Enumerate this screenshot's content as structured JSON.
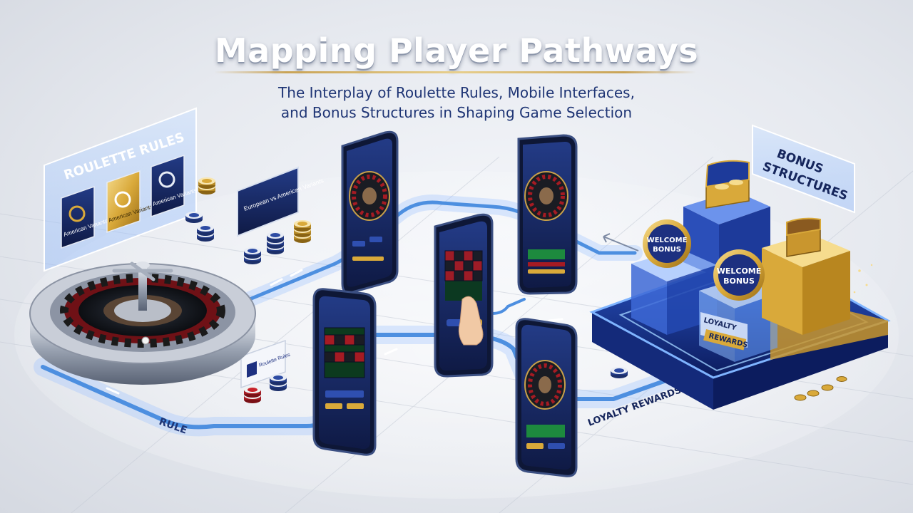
{
  "header": {
    "title": "Mapping Player Pathways",
    "subtitle_line1": "The Interplay of Roulette Rules, Mobile Interfaces,",
    "subtitle_line2": "and Bonus Structures in Shaping Game Selection"
  },
  "roulette_rules": {
    "panel_title": "ROULETTE RULES",
    "cards": [
      "American Variants",
      "American Variants",
      "American Variants"
    ],
    "comparison_sign": "European vs American Variants",
    "small_sign": "Roulette Rules"
  },
  "bonus": {
    "panel_title_line1": "BONUS",
    "panel_title_line2": "STRUCTURES",
    "welcome_badge_1_line1": "WELCOME",
    "welcome_badge_1_line2": "BONUS",
    "welcome_badge_2_line1": "WELCOME",
    "welcome_badge_2_line2": "BONUS",
    "loyalty_line1": "LOYALTY",
    "loyalty_line2": "REWARDS"
  },
  "path": {
    "rules_label": "RULE",
    "loyalty_label": "LOYALTY REWARDS"
  },
  "colors": {
    "navy": "#16265c",
    "gold": "#d9a93a",
    "path_blue": "#4d8fe0",
    "roulette_red": "#b3202a"
  }
}
